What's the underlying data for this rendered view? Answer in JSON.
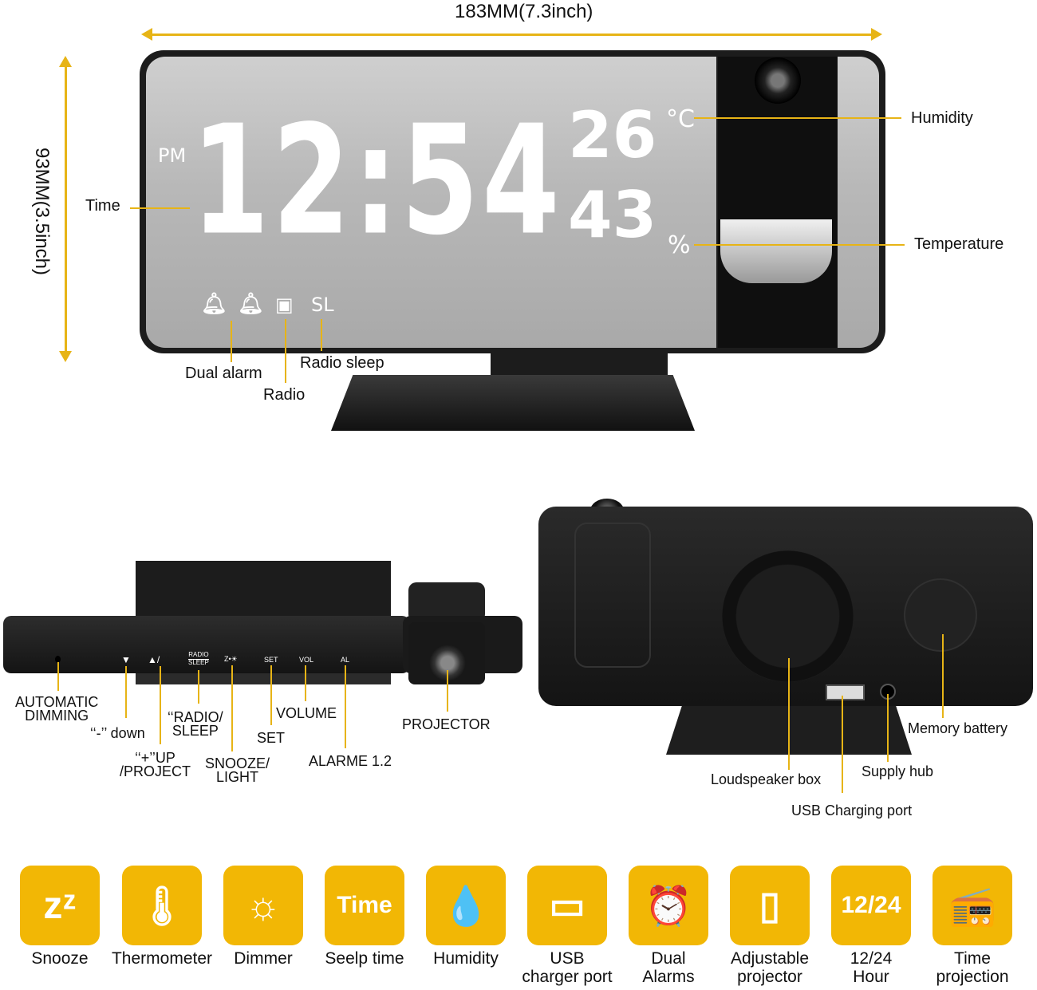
{
  "dimensions": {
    "width_label": "183MM(7.3inch)",
    "height_label": "93MM(3.5inch)"
  },
  "display": {
    "period": "PM",
    "time": "12:54",
    "temp": "26",
    "humidity": "43",
    "temp_unit": "°C",
    "humidity_unit": "%",
    "sleep_indicator": "SL"
  },
  "front_callouts": {
    "time": "Time",
    "humidity": "Humidity",
    "temperature": "Temperature",
    "dual_alarm": "Dual alarm",
    "radio": "Radio",
    "radio_sleep": "Radio sleep"
  },
  "side_buttons": {
    "down": "▼",
    "up": "▲/",
    "radio_sleep_1": "RADIO",
    "radio_sleep_2": "SLEEP",
    "snooze": "Z•",
    "set": "SET",
    "vol": "VOL",
    "al": "AL"
  },
  "side_callouts": {
    "auto_dimming": "AUTOMATIC\nDIMMING",
    "down": "‘‘-’’ down",
    "up": "‘‘+’’UP\n/PROJECT",
    "radio_sleep": "‘‘RADIO/\nSLEEP",
    "snooze": "SNOOZE/\nLIGHT",
    "set": "SET",
    "volume": "VOLUME",
    "alarm": "ALARME 1.2",
    "projector": "PROJECTOR"
  },
  "back_callouts": {
    "memory_battery": "Memory battery",
    "supply_hub": "Supply hub",
    "loudspeaker": "Loudspeaker box",
    "usb_port": "USB Charging port"
  },
  "features": [
    {
      "icon": "snooze-icon",
      "glyph": "zᶻ",
      "label": "Snooze"
    },
    {
      "icon": "thermometer-icon",
      "glyph": "🌡",
      "label": "Thermometer"
    },
    {
      "icon": "sun-icon",
      "glyph": "☼",
      "label": "Dimmer"
    },
    {
      "icon": "sleep-timer-icon",
      "glyph": "Time",
      "label": "Seelp time"
    },
    {
      "icon": "water-drop-icon",
      "glyph": "💧",
      "label": "Humidity"
    },
    {
      "icon": "usb-icon",
      "glyph": "▭",
      "label": "USB\ncharger port"
    },
    {
      "icon": "alarm-clock-icon",
      "glyph": "⏰",
      "label": "Dual\nAlarms"
    },
    {
      "icon": "rotate-projector-icon",
      "glyph": "▯",
      "label": "Adjustable\nprojector"
    },
    {
      "icon": "clock-format-icon",
      "glyph": "12/24",
      "label": "12/24\nHour"
    },
    {
      "icon": "radio-icon",
      "glyph": "📻",
      "label": "Time\nprojection"
    }
  ],
  "colors": {
    "accent": "#f2b705",
    "line": "#e7b416"
  }
}
